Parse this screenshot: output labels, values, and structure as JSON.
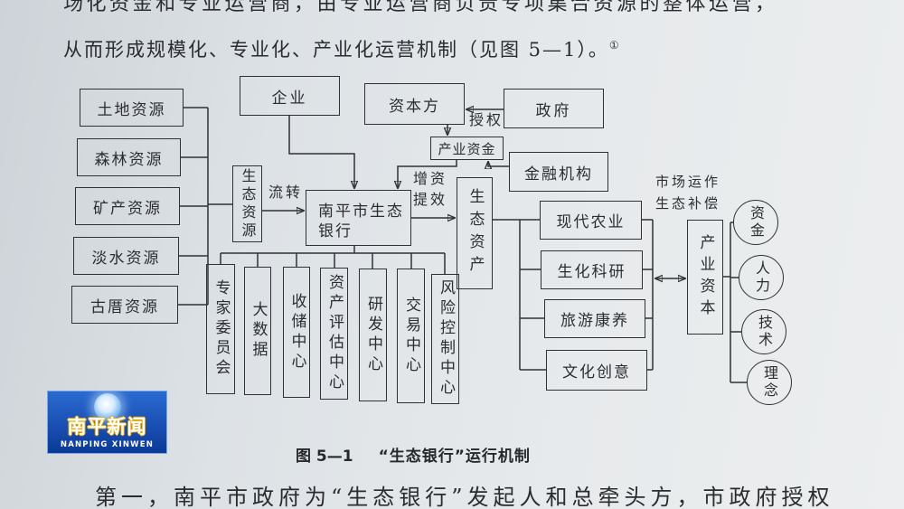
{
  "page_text": {
    "line1": "场化资金和专业运营商，由专业运营商负责专项集合资源的整体运营，",
    "line2": "从而形成规模化、专业化、产业化运营机制（见图 5—1）。",
    "line2_footnote": "①",
    "bottom_line": "第一，南平市政府为“生态银行”发起人和总牵头方，市政府授权"
  },
  "diagram": {
    "resources": [
      "土地资源",
      "森林资源",
      "矿产资源",
      "淡水资源",
      "古厝资源"
    ],
    "eco_resources": "生态资源",
    "flow_label": "流转",
    "bank": "南平市生态银行",
    "enterprise": "企业",
    "capital_side": "资本方",
    "government": "政府",
    "authorize_label": "授权",
    "industry_fund": "产业资金",
    "financial_institution": "金融机构",
    "capital_increase_label": [
      "增资",
      "提效"
    ],
    "eco_assets": "生态资产",
    "industries": [
      "现代农业",
      "生化科研",
      "旅游康养",
      "文化创意"
    ],
    "market_label": [
      "市场运作",
      "生态补偿"
    ],
    "industry_capital": "产业资本",
    "factors": [
      "资金",
      "人力",
      "技术",
      "理念"
    ],
    "centers": [
      "专家委员会",
      "大数据",
      "收储中心",
      "资产评估中心",
      "研发中心",
      "交易中心",
      "风险控制中心"
    ]
  },
  "caption": {
    "label": "图 5—1",
    "title": "“生态银行”运行机制"
  },
  "logo": {
    "name": "南平新闻",
    "pinyin": "NANPING XINWEN",
    "icon": "globe-icon"
  },
  "colors": {
    "ink": "#2b2d30",
    "logo_blue": "#1a4fb3"
  }
}
